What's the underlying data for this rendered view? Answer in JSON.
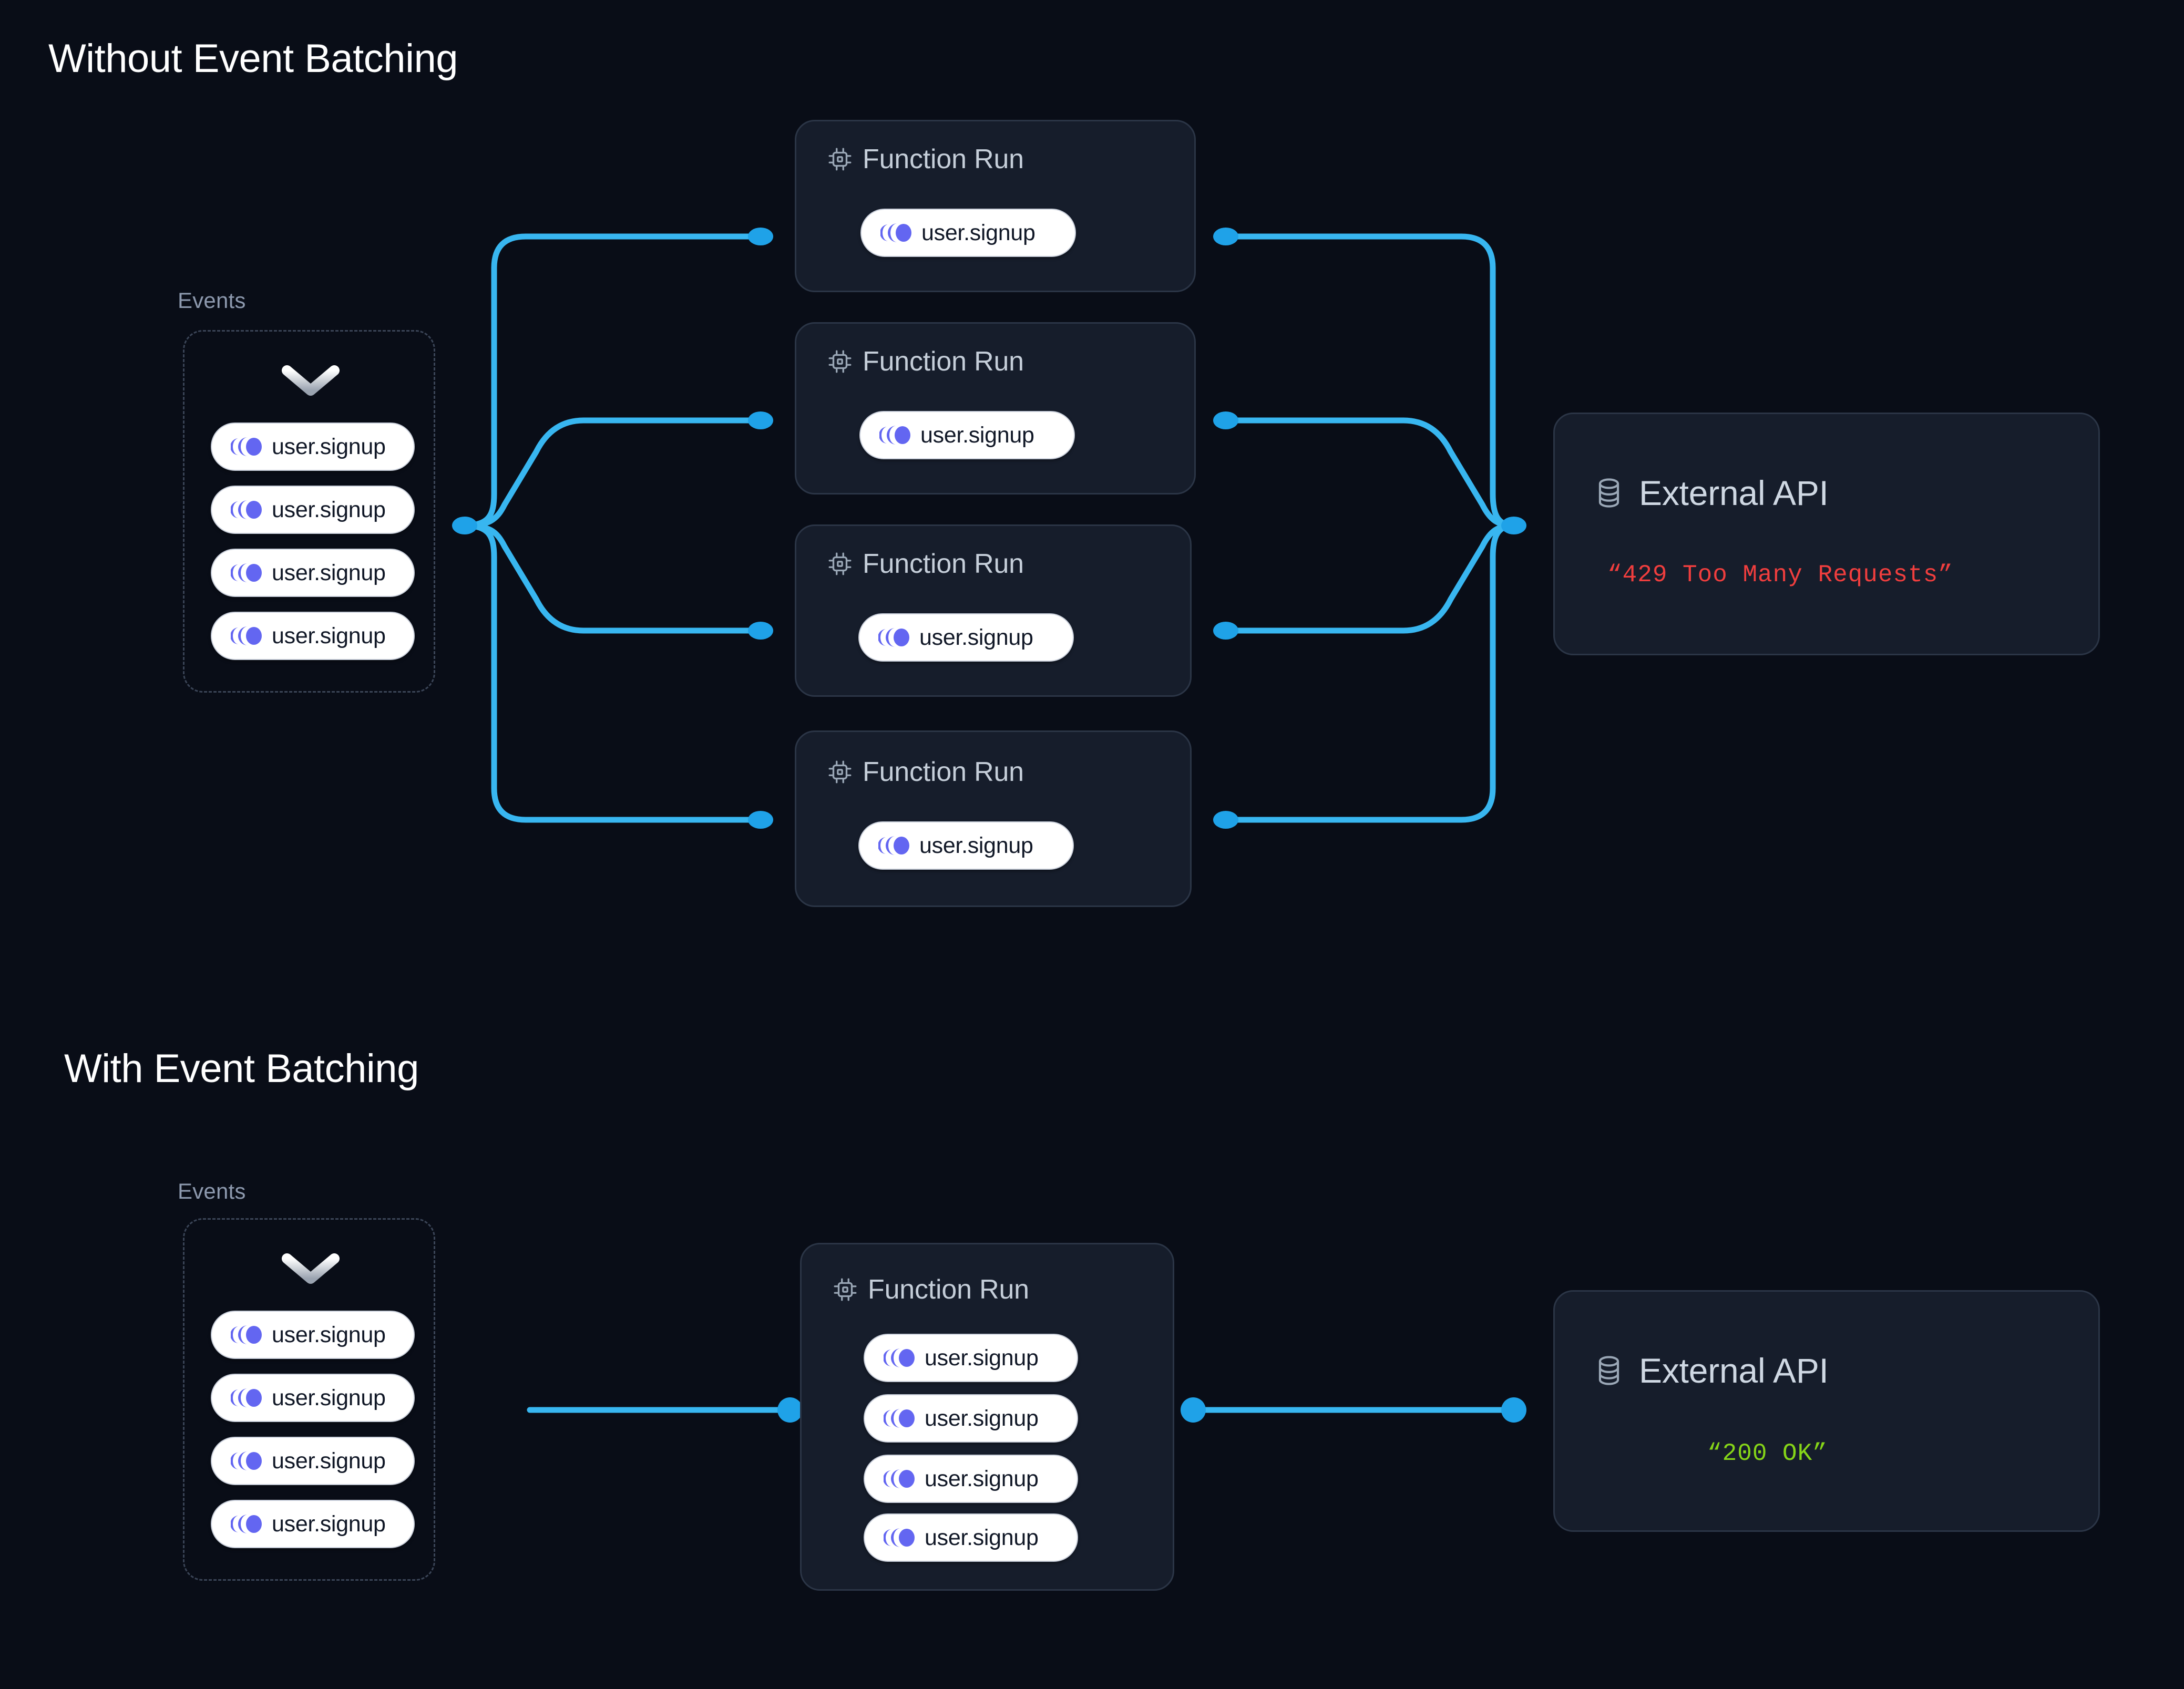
{
  "theme": {
    "background": "#090d17",
    "card_bg": "#161d2b",
    "card_border": "#2b3546",
    "edge_color": "#38b6f0",
    "dot_color": "#1fa2e8",
    "event_accent": "#6366f1",
    "pill_bg": "#ffffff",
    "error_color": "#f03e3e",
    "success_color": "#86d518",
    "title_color": "#ffffff",
    "label_color": "#8d99ae"
  },
  "sections": [
    {
      "id": "without-batching",
      "title": "Without Event Batching",
      "events_group": {
        "label": "Events",
        "chevron_icon": "chevron-down-icon",
        "events": [
          {
            "icon": "event-trail-icon",
            "name": "user.signup"
          },
          {
            "icon": "event-trail-icon",
            "name": "user.signup"
          },
          {
            "icon": "event-trail-icon",
            "name": "user.signup"
          },
          {
            "icon": "event-trail-icon",
            "name": "user.signup"
          }
        ]
      },
      "function_runs": [
        {
          "icon": "cpu-chip-icon",
          "title": "Function Run",
          "events": [
            {
              "icon": "event-trail-icon",
              "name": "user.signup"
            }
          ]
        },
        {
          "icon": "cpu-chip-icon",
          "title": "Function Run",
          "events": [
            {
              "icon": "event-trail-icon",
              "name": "user.signup"
            }
          ]
        },
        {
          "icon": "cpu-chip-icon",
          "title": "Function Run",
          "events": [
            {
              "icon": "event-trail-icon",
              "name": "user.signup"
            }
          ]
        },
        {
          "icon": "cpu-chip-icon",
          "title": "Function Run",
          "events": [
            {
              "icon": "event-trail-icon",
              "name": "user.signup"
            }
          ]
        }
      ],
      "external_api": {
        "icon": "database-icon",
        "title": "External API",
        "status": "“429 Too Many Requests”",
        "status_kind": "error"
      }
    },
    {
      "id": "with-batching",
      "title": "With Event Batching",
      "events_group": {
        "label": "Events",
        "chevron_icon": "chevron-down-icon",
        "events": [
          {
            "icon": "event-trail-icon",
            "name": "user.signup"
          },
          {
            "icon": "event-trail-icon",
            "name": "user.signup"
          },
          {
            "icon": "event-trail-icon",
            "name": "user.signup"
          },
          {
            "icon": "event-trail-icon",
            "name": "user.signup"
          }
        ]
      },
      "function_runs": [
        {
          "icon": "cpu-chip-icon",
          "title": "Function Run",
          "events": [
            {
              "icon": "event-trail-icon",
              "name": "user.signup"
            },
            {
              "icon": "event-trail-icon",
              "name": "user.signup"
            },
            {
              "icon": "event-trail-icon",
              "name": "user.signup"
            },
            {
              "icon": "event-trail-icon",
              "name": "user.signup"
            }
          ]
        }
      ],
      "external_api": {
        "icon": "database-icon",
        "title": "External API",
        "status": "“200 OK”",
        "status_kind": "success"
      }
    }
  ]
}
